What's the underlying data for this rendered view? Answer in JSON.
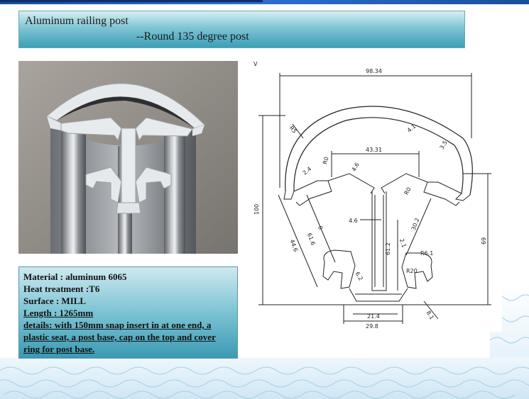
{
  "title": {
    "line1": "Aluminum railing post",
    "line2": "--Round 135 degree post"
  },
  "info": {
    "material": "Material : aluminum 6065",
    "heat_treatment": "Heat treatment :T6",
    "surface": "Surface : MILL",
    "length": "Length : 1265mm",
    "details": "details: with 150mm snap insert in  at one end, a plastic seat, a post base, cap on the top and cover ring for post base."
  },
  "drawing": {
    "corner_mark": "V",
    "dims": {
      "width": "98.34",
      "inner_width": "43.31",
      "height": "100",
      "height_right": "69",
      "bottom_outer": "29.8",
      "bottom_inner": "21.4",
      "stem_height": "61.2",
      "stem_width": "4.6",
      "arm_left": "61.6",
      "arm_left_outer": "44.6",
      "arm_right": "30.2",
      "radius_outer": "R5",
      "thickness_top": "4.1",
      "small_a": "R0",
      "small_b": "2.4",
      "small_c": "4.6",
      "small_d": "R6.1",
      "small_e": "R20",
      "small_f": "R0",
      "small_g": "0",
      "small_h": "8.1",
      "small_i": "2.1",
      "small_j": "6.2",
      "small_k": "3.5"
    }
  },
  "colors": {
    "title_gradient_top": "#d6eef3",
    "title_gradient_bottom": "#3b9fb6",
    "top_bar": "#2a6fd0"
  }
}
